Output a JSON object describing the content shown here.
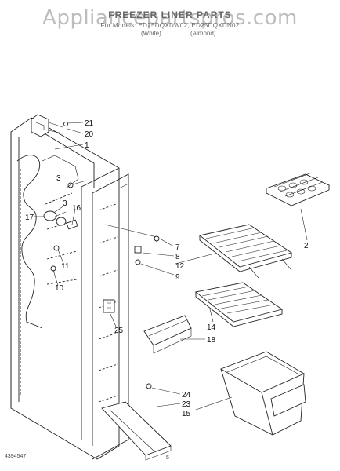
{
  "header": {
    "watermark": "Appliancepartspros.com",
    "title": "FREEZER LINER PARTS",
    "models": "For Models: ED25DQXDW02, ED25DQXDN02",
    "color_white": "(White)",
    "color_almond": "(Almond)"
  },
  "footer": {
    "part_number": "4394547",
    "page_number": "5"
  },
  "callouts": {
    "c21": "21",
    "c20": "20",
    "c1": "1",
    "c3a": "3",
    "c3b": "3",
    "c16": "16",
    "c17": "17",
    "c11": "11",
    "c10": "10",
    "c7": "7",
    "c8": "8",
    "c12": "12",
    "c9": "9",
    "c2": "2",
    "c14": "14",
    "c18": "18",
    "c25": "25",
    "c24": "24",
    "c23": "23",
    "c15": "15"
  }
}
